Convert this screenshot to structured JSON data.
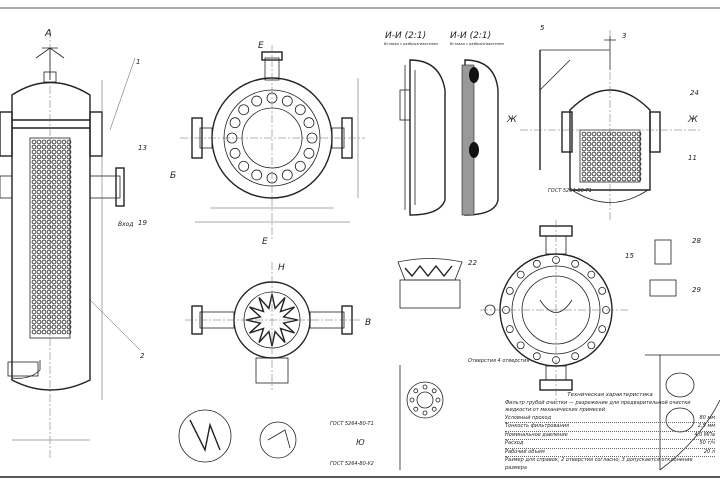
{
  "labels": {
    "view_a": "А",
    "view_b": "Б",
    "view_e_top": "Е",
    "view_e_bottom": "Е",
    "view_n": "Н",
    "view_zh_left": "Ж",
    "view_zh_right": "Ж",
    "view_yu": "Ю",
    "view_v": "В",
    "inlet": "Вход",
    "section_i_1": "И-И (2:1)",
    "section_i_2": "И-И (2:1)",
    "section_sub_1": "Вставка с разбрызгивателем",
    "section_sub_2": "Вставка с разбрызгивателем",
    "weld_1": "ГОСТ 5264-80-Т1",
    "weld_2": "ГОСТ 5264-80-Т1",
    "weld_3": "ГОСТ 5264-80-У2",
    "detail_note": "Отверстия 4 отверстия"
  },
  "spec": {
    "title": "Техническая характеристика",
    "purpose": "Фильтр грубой очистки — разрежение для предварительной очистки жидкости от механических примесей",
    "rows": [
      {
        "label": "Условный проход",
        "value": "80 мм"
      },
      {
        "label": "Тонкость фильтрования",
        "value": "2,5 мм"
      },
      {
        "label": "Номинальное давление",
        "value": "4,0 МПа"
      },
      {
        "label": "Расход",
        "value": "50 т/ч"
      },
      {
        "label": "Рабочий объем",
        "value": "20 л"
      }
    ],
    "note": "Размер для справок; 2 отверстия согласно; 3 допускается отклонение размера"
  },
  "callouts": [
    "1",
    "2",
    "3",
    "5",
    "11",
    "13",
    "15",
    "19",
    "22",
    "24",
    "28",
    "29"
  ]
}
